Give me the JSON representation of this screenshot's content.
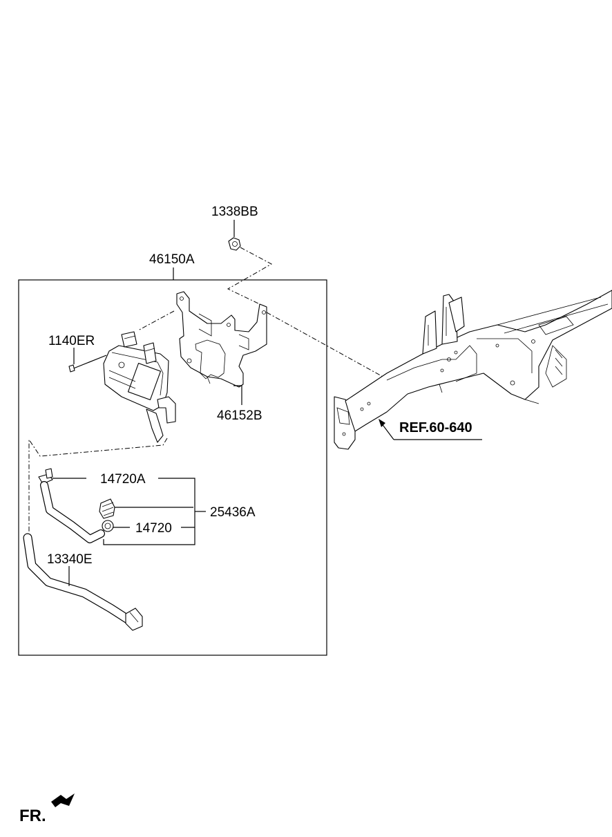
{
  "labels": {
    "nut": "1338BB",
    "assembly": "46150A",
    "bolt": "1140ER",
    "bracket": "46152B",
    "ref": "REF.60-640",
    "clamp_a": "14720A",
    "kit": "25436A",
    "clamp": "14720",
    "hose": "13340E",
    "front": "FR."
  }
}
